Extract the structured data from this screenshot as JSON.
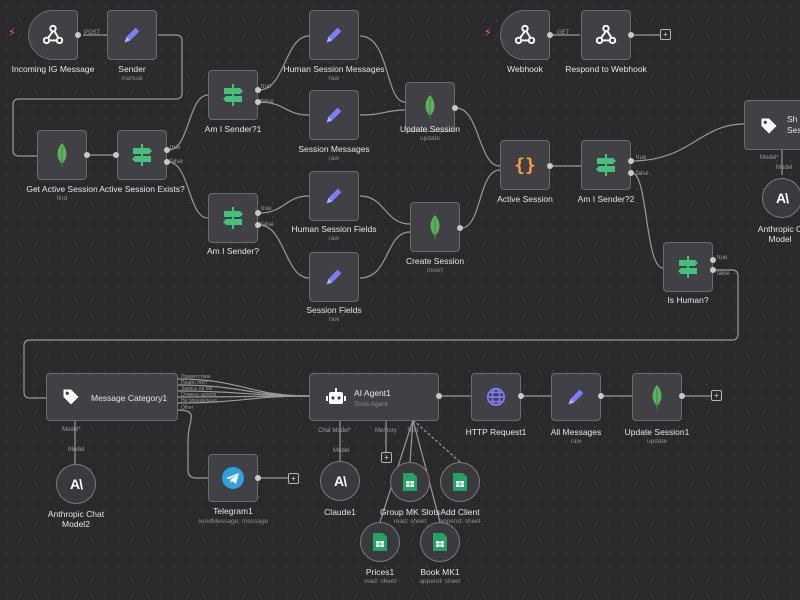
{
  "canvas": {
    "background": "#2a2a2c",
    "wire_color": "#9a9a9a"
  },
  "colors": {
    "pen": "#7c7cff",
    "mongo": "#58b35a",
    "switch": "#44c17b",
    "code": "#ff9d3c",
    "telegram": "#2aa3df",
    "sheets": "#21a464",
    "tag": "#ffffff",
    "trigger": "#ff5a5a",
    "globe": "#7b7bff"
  },
  "nodes": {
    "incoming": {
      "title": "Incoming IG Message",
      "icon": "webhook-icon"
    },
    "sender": {
      "title": "Sender",
      "subtitle": "manual",
      "icon": "pen-icon"
    },
    "get_active": {
      "title": "Get Active Session",
      "subtitle": "find",
      "icon": "mongo-leaf-icon"
    },
    "active_exists": {
      "title": "Active Session Exists?",
      "icon": "switch-icon",
      "ports": [
        "true",
        "false"
      ]
    },
    "am_i_sender1": {
      "title": "Am I Sender?1",
      "icon": "switch-icon",
      "ports": [
        "true",
        "false"
      ]
    },
    "am_i_sender": {
      "title": "Am I Sender?",
      "icon": "switch-icon",
      "ports": [
        "true",
        "false"
      ]
    },
    "human_session_messages": {
      "title": "Human Session Messages",
      "subtitle": "raw",
      "icon": "pen-icon"
    },
    "session_messages": {
      "title": "Session Messages",
      "subtitle": "raw",
      "icon": "pen-icon"
    },
    "human_session_fields": {
      "title": "Human Session Fields",
      "subtitle": "raw",
      "icon": "pen-icon"
    },
    "session_fields": {
      "title": "Session Fields",
      "subtitle": "raw",
      "icon": "pen-icon"
    },
    "update_session": {
      "title": "Update Session",
      "subtitle": "update",
      "icon": "mongo-leaf-icon"
    },
    "create_session": {
      "title": "Create Session",
      "subtitle": "insert",
      "icon": "mongo-leaf-icon"
    },
    "webhook": {
      "title": "Webhook",
      "icon": "webhook-icon"
    },
    "respond": {
      "title": "Respond to Webhook",
      "icon": "webhook-icon"
    },
    "active_session": {
      "title": "Active Session",
      "icon": "code-braces-icon"
    },
    "am_i_sender2": {
      "title": "Am I Sender?2",
      "icon": "switch-icon",
      "ports": [
        "true",
        "false"
      ]
    },
    "is_human": {
      "title": "Is Human?",
      "icon": "switch-icon",
      "ports": [
        "true",
        "false"
      ]
    },
    "shadow": {
      "title": "Sh Sess",
      "model_label": "Model*",
      "icon": "tag-icon"
    },
    "anthropic_right": {
      "title": "Anthropic C Model",
      "model_label": "Model",
      "icon": "anthropic-icon"
    },
    "message_category": {
      "title": "Message Category1",
      "model_label": "Model*",
      "icon": "tag-icon",
      "categories": [
        "Приветствие",
        "Прайс-лист",
        "Запись на МК",
        "Отмена записи",
        "Не определено",
        "Other"
      ]
    },
    "ai_agent": {
      "title": "AI Agent1",
      "subtitle": "Tools Agent",
      "icon": "robot-icon",
      "ports": [
        "Chat Model*",
        "Memory",
        "Tool"
      ]
    },
    "http_request": {
      "title": "HTTP Request1",
      "icon": "globe-icon"
    },
    "all_messages": {
      "title": "All Messages",
      "subtitle": "raw",
      "icon": "pen-icon"
    },
    "update_session1": {
      "title": "Update Session1",
      "subtitle": "update",
      "icon": "mongo-leaf-icon"
    },
    "anthropic2": {
      "title": "Anthropic Chat Model2",
      "icon": "anthropic-icon"
    },
    "telegram": {
      "title": "Telegram1",
      "subtitle": "sendMessage: message",
      "icon": "telegram-icon"
    },
    "claude": {
      "title": "Claude1",
      "model_label": "Model",
      "icon": "anthropic-icon"
    },
    "group_mk": {
      "title": "Group MK Slots",
      "subtitle": "read: sheet",
      "icon": "sheets-icon"
    },
    "add_client": {
      "title": "Add Client",
      "subtitle": "append: sheet",
      "icon": "sheets-icon"
    },
    "prices": {
      "title": "Prices1",
      "subtitle": "read: sheet",
      "icon": "sheets-icon"
    },
    "book_mk": {
      "title": "Book MK1",
      "subtitle": "append: sheet",
      "icon": "sheets-icon"
    }
  },
  "edge_labels": {
    "post": "POST",
    "get": "GET",
    "model": "Model"
  }
}
